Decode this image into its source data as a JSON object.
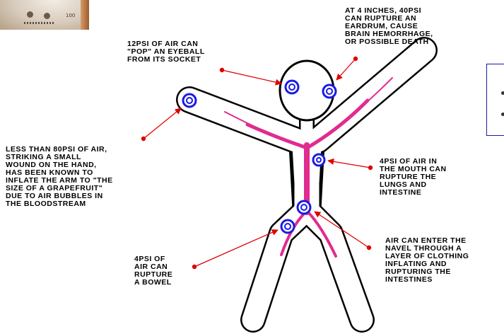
{
  "annotations": {
    "eardrum": "AT 4 INCHES, 40psi\nCAN RUPTURE AN\nEARDRUM, CAUSE\nBRAIN HEMORRHAGE,\nOR POSSIBLE DEATH",
    "eyeball": "12psi OF AIR CAN\n\"POP\" AN EYEBALL\nFROM ITS SOCKET",
    "hand": "LESS THAN 80psi OF AIR,\nSTRIKING A SMALL\nWOUND ON THE HAND,\nHAS BEEN KNOWN TO\nINFLATE THE ARM TO \"THE\nSIZE OF A GRAPEFRUIT\"\nDUE TO AIR BUBBLES IN\nTHE BLOODSTREAM",
    "mouth": "4psi OF AIR IN\nTHE MOUTH CAN\nRUPTURE THE\nLUNGS AND\nINTESTINE",
    "navel": "AIR CAN ENTER THE\nNAVEL THROUGH A\nLAYER OF CLOTHING\nINFLATING AND\nRUPTURING THE\nINTESTINES",
    "bowel": "4psi OF\nAIR CAN\nRUPTURE\nA BOWEL"
  },
  "gauge": {
    "number": "100"
  },
  "colors": {
    "marker": "#1a1ae8",
    "arrow": "#e00000",
    "vessel": "#e0208a",
    "outline": "#000000"
  }
}
